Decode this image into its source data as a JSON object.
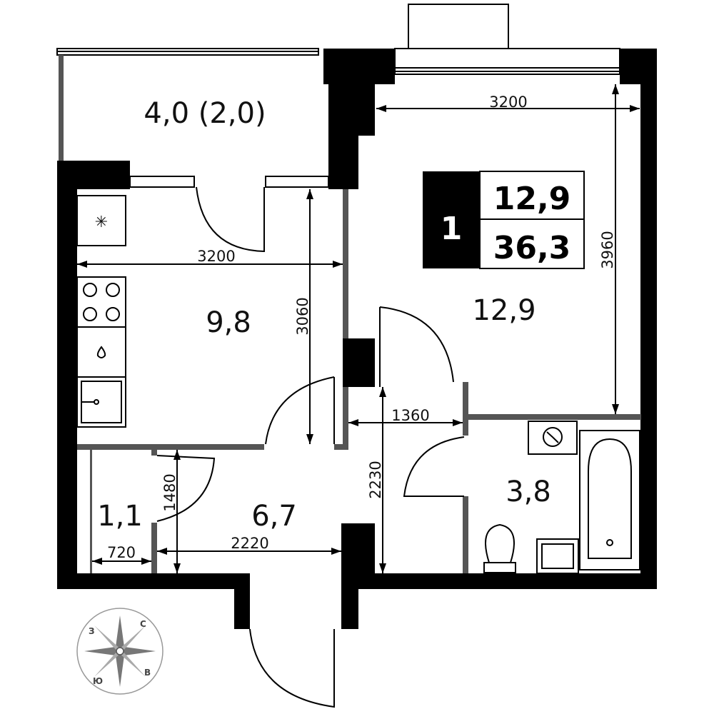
{
  "summary": {
    "rooms_count": "1",
    "living_area": "12,9",
    "total_area": "36,3"
  },
  "rooms": {
    "balcony": "4,0 (2,0)",
    "kitchen": "9,8",
    "living": "12,9",
    "hall": "6,7",
    "closet": "1,1",
    "bathroom": "3,8"
  },
  "dimensions": {
    "living_width": "3200",
    "living_depth": "3960",
    "kitchen_width": "3200",
    "kitchen_depth": "3060",
    "corridor_width": "1360",
    "hall_depth": "2230",
    "closet_depth": "1480",
    "closet_width": "720",
    "hall_width": "2220"
  },
  "compass": {
    "north": "С",
    "east": "В",
    "south": "Ю",
    "west": "З"
  },
  "icons": {
    "vent": "asterisk-icon",
    "stove": "stove-icon",
    "dishwasher": "water-drop-icon",
    "sink": "sink-icon",
    "washer": "washing-machine-icon",
    "bathtub": "bathtub-icon",
    "toilet": "toilet-icon"
  },
  "colors": {
    "walls": "#000000",
    "partitions": "#555555",
    "background": "#ffffff"
  }
}
